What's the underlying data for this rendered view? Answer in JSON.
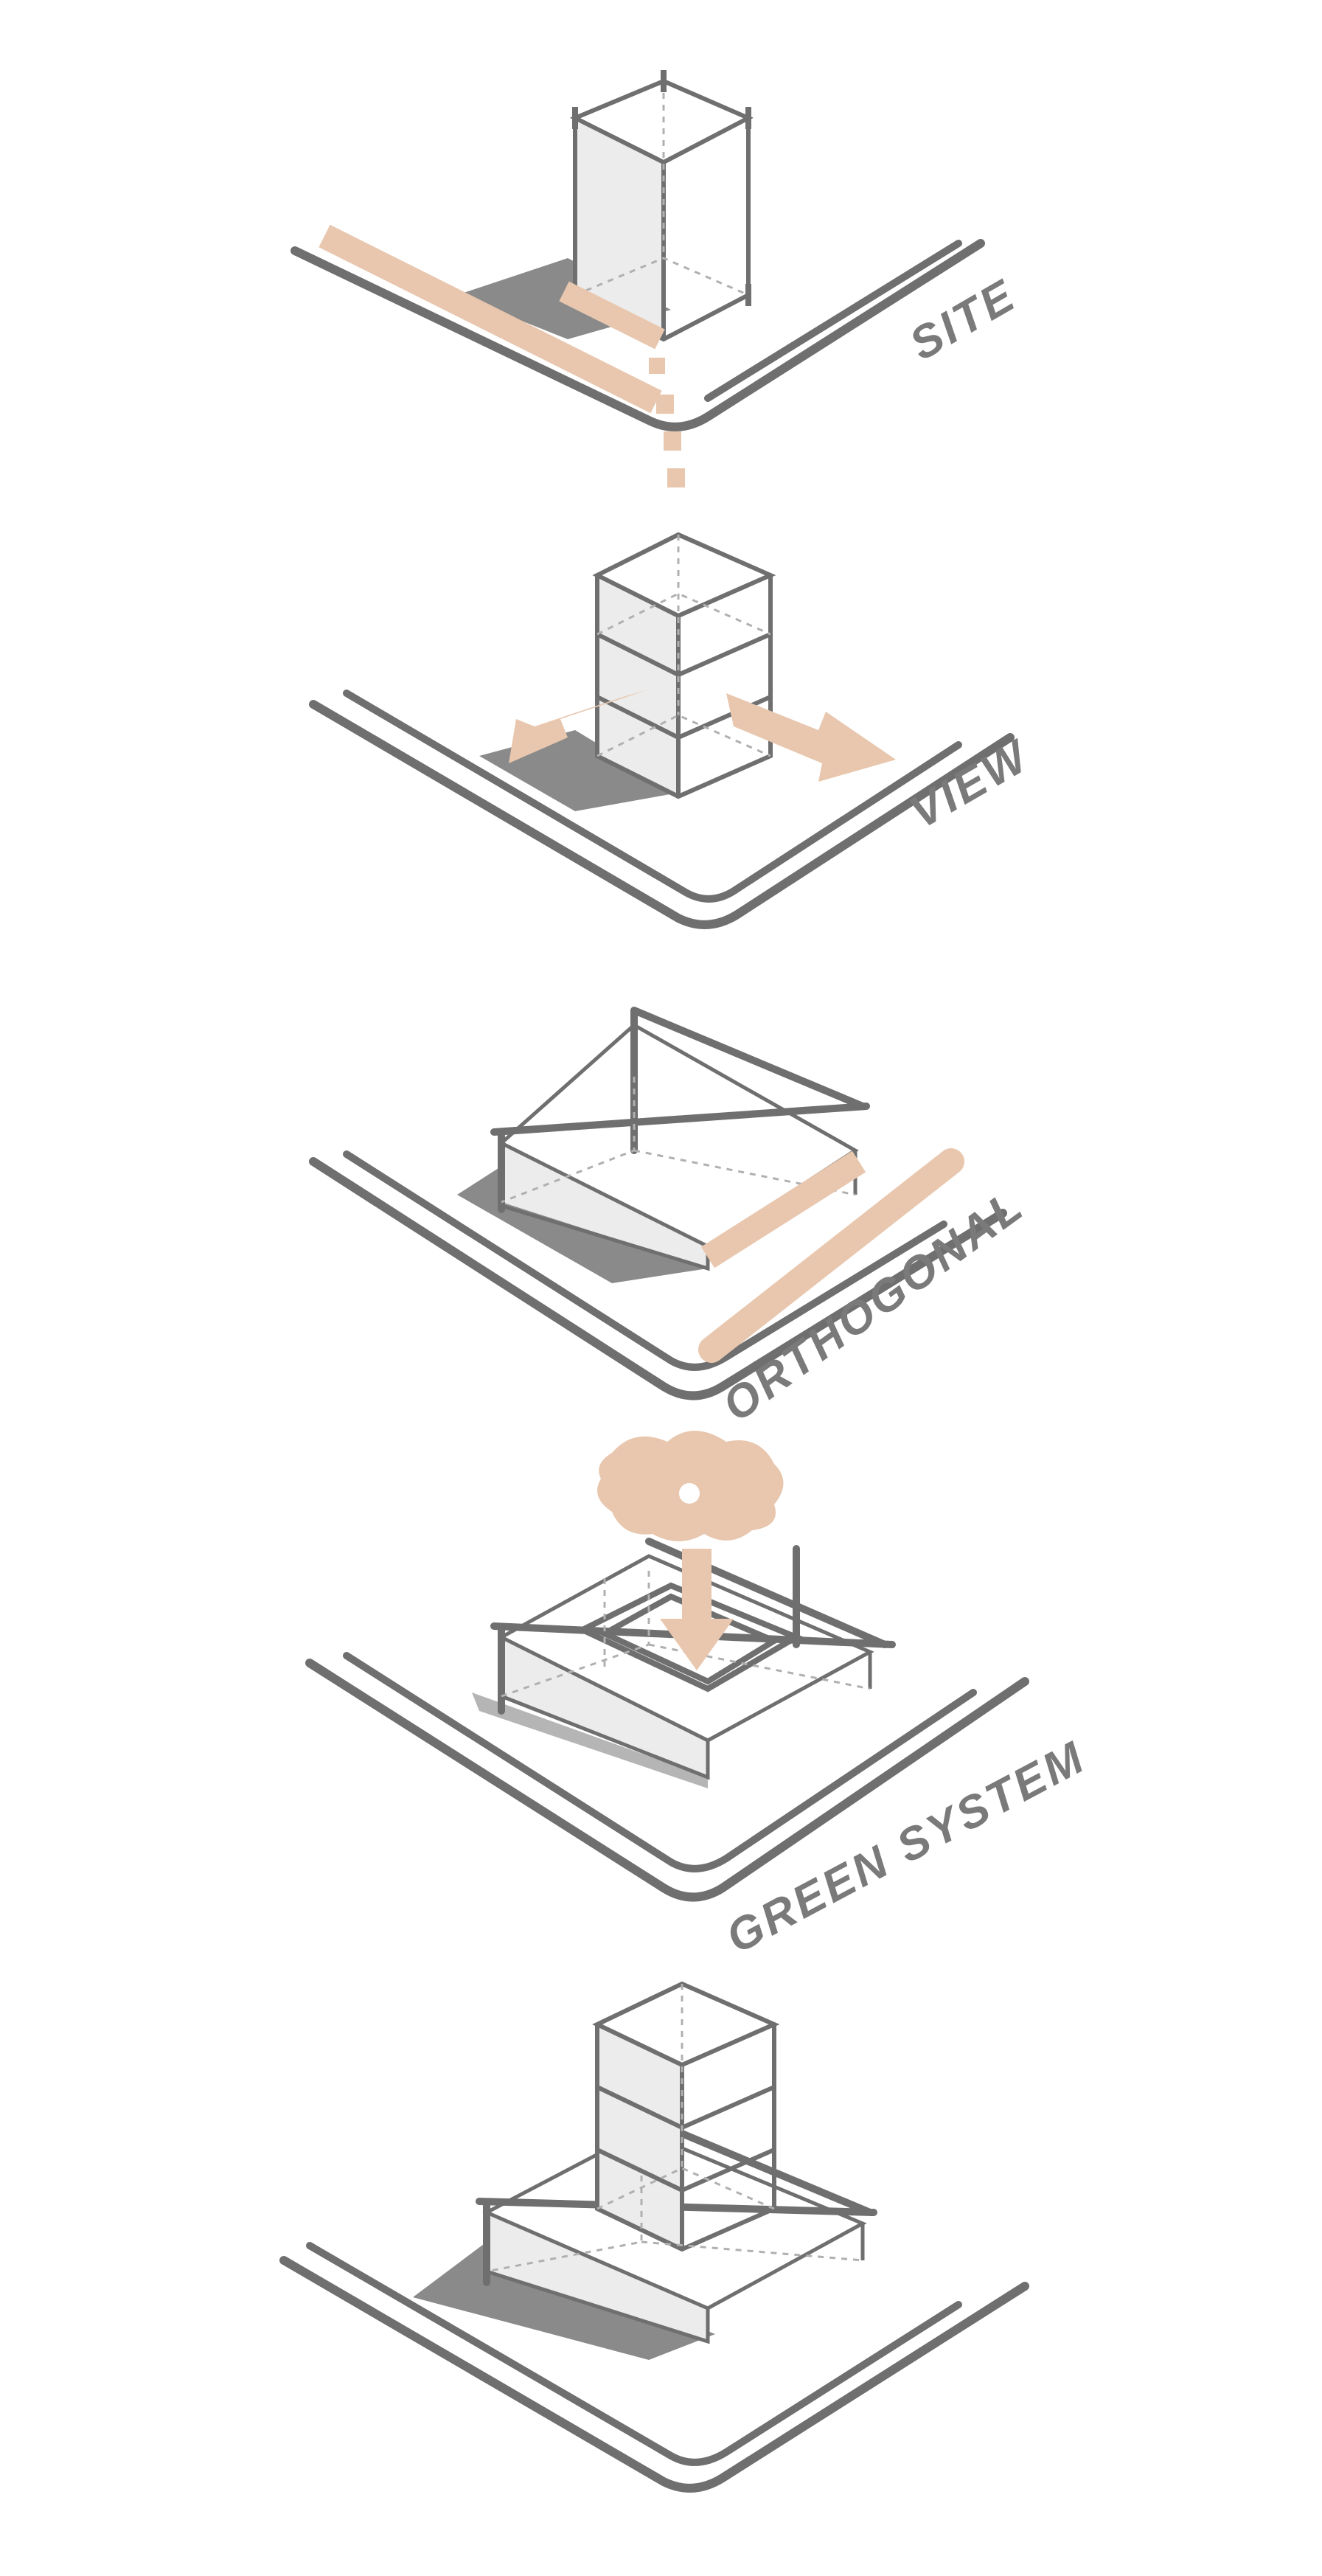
{
  "diagram": {
    "steps": [
      {
        "label": "SITE"
      },
      {
        "label": "VIEW"
      },
      {
        "label": "ORTHOGONAL"
      },
      {
        "label": "GREEN SYSTEM"
      },
      {
        "label": ""
      }
    ],
    "colors": {
      "line": "#6f6f6f",
      "shadow": "#8a8a8a",
      "fill": "#ececec",
      "accent": "#e8c7ae",
      "label": "#7a7a7a"
    }
  }
}
